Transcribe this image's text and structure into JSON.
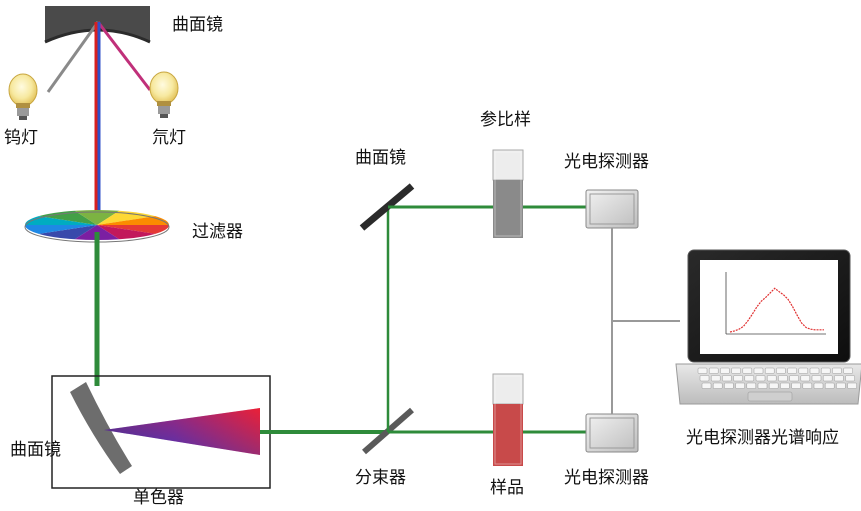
{
  "labels": {
    "curved_mirror_top": "曲面镜",
    "tungsten_lamp": "钨灯",
    "xenon_lamp": "氘灯",
    "filter": "过滤器",
    "curved_mirror_mono": "曲面镜",
    "monochromator": "单色器",
    "curved_mirror_right": "曲面镜",
    "beam_splitter": "分束器",
    "reference": "参比样",
    "sample": "样品",
    "detector_top": "光电探测器",
    "detector_bottom": "光电探测器",
    "laptop_caption": "光电探测器光谱响应"
  },
  "colors": {
    "green_beam": "#2e8b3a",
    "red_beam": "#d82020",
    "blue_beam": "#3050c8",
    "mirror": "#3a3a3a",
    "sample_red": "#c84a4a",
    "reference_gray": "#8a8a8a",
    "detector": "#d8d8d8",
    "plot_curve": "#e03030"
  },
  "spectrum": {
    "points": [
      0.0,
      0.02,
      0.05,
      0.1,
      0.2,
      0.32,
      0.45,
      0.55,
      0.62,
      0.7,
      0.78,
      0.72,
      0.66,
      0.58,
      0.45,
      0.3,
      0.16,
      0.08,
      0.05,
      0.04,
      0.04,
      0.04
    ]
  }
}
